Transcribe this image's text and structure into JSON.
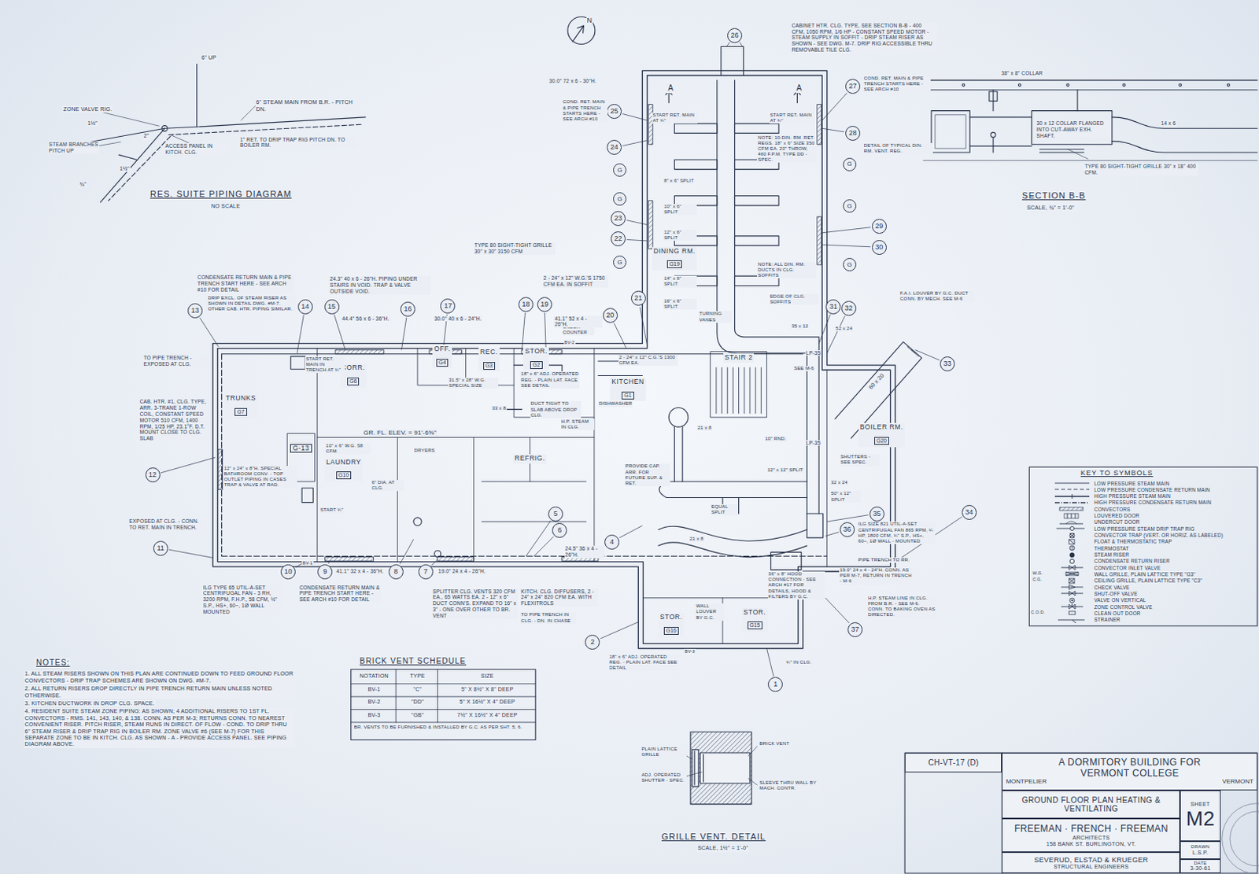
{
  "diagram": {
    "nodes": [
      {
        "text": [
          "TRUNKS",
          "G7"
        ]
      },
      {
        "text": [
          "CORR.",
          "G6"
        ]
      },
      {
        "text": [
          "OFF.",
          "G4"
        ]
      },
      {
        "text": [
          "REC.",
          "G3"
        ]
      },
      {
        "text": [
          "STOR.",
          "G2"
        ]
      },
      {
        "text": [
          "KITCHEN",
          "G1"
        ]
      },
      {
        "text": [
          "G-13"
        ]
      },
      {
        "text": [
          "LAUNDRY",
          "G10"
        ]
      },
      {
        "text": [
          "REFRIG."
        ]
      },
      {
        "text": [
          "DINING RM.",
          "G19"
        ]
      },
      {
        "text": [
          "STAIR 2"
        ]
      },
      {
        "text": [
          "BOILER RM.",
          "G20"
        ]
      },
      {
        "text": [
          "STOR.",
          "G16"
        ]
      },
      {
        "text": [
          "STOR.",
          "G15"
        ]
      },
      {
        "text": [
          "1"
        ]
      },
      {
        "text": [
          "2"
        ]
      },
      {
        "text": [
          "4"
        ]
      },
      {
        "text": [
          "5"
        ]
      },
      {
        "text": [
          "6"
        ]
      },
      {
        "text": [
          "7"
        ]
      },
      {
        "text": [
          "8"
        ]
      },
      {
        "text": [
          "9"
        ]
      },
      {
        "text": [
          "10"
        ]
      },
      {
        "text": [
          "11"
        ]
      },
      {
        "text": [
          "12"
        ]
      },
      {
        "text": [
          "13"
        ]
      },
      {
        "text": [
          "14"
        ]
      },
      {
        "text": [
          "15"
        ]
      },
      {
        "text": [
          "16"
        ]
      },
      {
        "text": [
          "17"
        ]
      },
      {
        "text": [
          "18"
        ]
      },
      {
        "text": [
          "19"
        ]
      },
      {
        "text": [
          "20"
        ]
      },
      {
        "text": [
          "21"
        ]
      },
      {
        "text": [
          "22"
        ]
      },
      {
        "text": [
          "23"
        ]
      },
      {
        "text": [
          "24"
        ]
      },
      {
        "text": [
          "25"
        ]
      },
      {
        "text": [
          "26"
        ]
      },
      {
        "text": [
          "27"
        ]
      },
      {
        "text": [
          "28"
        ]
      },
      {
        "text": [
          "29"
        ]
      },
      {
        "text": [
          "30"
        ]
      },
      {
        "text": [
          "31"
        ]
      },
      {
        "text": [
          "32"
        ]
      },
      {
        "text": [
          "33"
        ]
      },
      {
        "text": [
          "34"
        ]
      },
      {
        "text": [
          "35"
        ]
      },
      {
        "text": [
          "36"
        ]
      },
      {
        "text": [
          "37"
        ]
      },
      {
        "text": [
          "G"
        ]
      },
      {
        "text": [
          "G"
        ]
      },
      {
        "text": [
          "G"
        ]
      },
      {
        "text": [
          "G"
        ]
      },
      {
        "text": [
          "G"
        ]
      },
      {
        "text": [
          "G"
        ]
      },
      {
        "text": [
          "CH-VT-17 (D)"
        ]
      },
      {
        "text": [
          "A DORMITORY BUILDING FOR VERMONT COLLEGE",
          "MONTPELIER",
          "VERMONT"
        ]
      },
      {
        "text": [
          "GROUND FLOOR PLAN HEATING & VENTILATING"
        ]
      },
      {
        "text": [
          "SHEET",
          "M2"
        ]
      },
      {
        "text": [
          "FREEMAN · FRENCH · FREEMAN",
          "ARCHITECTS",
          "158 BANK ST. BURLINGTON, VT."
        ]
      },
      {
        "text": [
          "DRAWN",
          "L.S.P."
        ]
      },
      {
        "text": [
          "SEVERUD, ELSTAD & KRUEGER",
          "STRUCTURAL ENGINEERS"
        ]
      },
      {
        "text": [
          "DATE",
          "3-30-61"
        ]
      }
    ],
    "labels": [
      "6\" UP",
      "ZONE VALVE RIG.",
      "6\" STEAM MAIN FROM B.R. - PITCH DN.",
      "STEAM BRANCHES PITCH UP",
      "1½\"",
      "2\"",
      "ACCESS PANEL IN KITCH. CLG.",
      "1\" RET. TO DRIP TRAP RIG PITCH DN. TO BOILER RM.",
      "1½\"",
      "¾\"",
      "RES. SUITE PIPING DIAGRAM",
      "NO SCALE",
      "38\" x 8\" COLLAR",
      "30 x 12 COLLAR FLANGED INTO CUT-AWAY EXH. SHAFT.",
      "14 x 6",
      "TYPE 80 SIGHT-TIGHT GRILLE 30\" x 18\" 400 CFM.",
      "SECTION B-B",
      "SCALE, ¾\" = 1'-0\"",
      "CABINET HTR. CLG. TYPE, SEE SECTION B-B - 400 CFM, 1050 RPM, 1/6 HP - CONSTANT SPEED MOTOR - STEAM SUPPLY IN SOFFIT - DRIP STEAM RISER AS SHOWN - SEE DWG. M-7. DRIP RIG ACCESSIBLE THRU REMOVABLE TILE CLG.",
      "30.0\" 72 x 6 - 30\"H.",
      "COND. RET. MAIN & PIPE TRENCH STARTS HERE - SEE ARCH #10",
      "START RET. MAIN AT ¾\"",
      "A",
      "A",
      "START RET. MAIN AT ¾\"",
      "COND. RET. MAIN & PIPE TRENCH STARTS HERE - SEE ARCH #10",
      "DETAIL OF TYPICAL DIN. RM. VENT. REG.",
      "NOTE: 10-DIN. RM. RET. REGS. 18\" x 6\" SIZE 350 CFM EA. 20\" THROW, 460 F.P.M. TYPE DD - SPEC.",
      "NOTE: ALL DIN. RM. DUCTS IN CLG. SOFFITS",
      "EDGE OF CLG. SOFFITS",
      "TURNING VANES",
      "8\" x 6\" SPLIT",
      "10\" x 6\" SPLIT",
      "12\" x 6\" SPLIT",
      "14\" x 6\" SPLIT",
      "16\" x 6\" SPLIT",
      "35 x 12",
      "TYPE 80 SIGHT-TIGHT GRILLE 30\" x 30\" 3150 CFM",
      "2 - 24\" x 12\" W.G.'S 1750 CFM EA. IN SOFFIT",
      "UNDER COUNTER",
      "CONDENSATE RETURN MAIN & PIPE TRENCH START HERE - SEE ARCH #10 FOR DETAIL",
      "24.3\" 40 x 6 - 26\"H. PIPING UNDER STAIRS IN VOID. TRAP & VALVE OUTSIDE VOID.",
      "44.4\" 56 x 6 - 36\"H.",
      "30.0\" 40 x 6 - 24\"H.",
      "41.1\" 52 x 4 - 26\"H.",
      "DRIP EXCL. OF STEAM RISER AS SHOWN IN DETAIL DWG. #M-7. OTHER CAB. HTR. PIPING SIMILAR.",
      "START RET. MAIN IN TRENCH AT ¾\"",
      "TO PIPE TRENCH - EXPOSED AT CLG.",
      "CAB. HTR. #1, CLG. TYPE, ARR. 3-TRANE 1-ROW COIL, CONSTANT SPEED MOTOR 510 CFM, 1400 RPM, 1/25 HP, 23.1°F. D.T. MOUNT CLOSE TO CLG. SLAB",
      "EXPOSED AT CLG. - CONN. TO RET. MAIN IN TRENCH.",
      "ILG TYPE 65 UTIL-A-SET CENTRIFUGAL FAN - 3 RH, 3200 RPM, F.H.P., 58 CFM, ½\" S.P., HS+, 60~, 1Ø WALL MOUNTED",
      "CONDENSATE RETURN MAIN & PIPE TRENCH START HERE - SEE ARCH #10 FOR DETAIL",
      "41.1\" 32 x 4 - 36\"H.",
      "19.0\" 24 x 4 - 26\"H.",
      "24.5\" 36 x 4 - 26\"H.",
      "KITCH. CLG. DIFFUSERS, 2 - 24\" x 24\" 820 CFM EA. WITH FLEXITROLS",
      "SPLITTER CLG. VENTS 320 CFM EA., 65 WATTS EA. 2 - 12\" x 6\" DUCT CONN'S. EXPAND TO 16\" x 3\" - ONE OVER OTHER TO BR. VENT",
      "DRYERS",
      "10\" x 6\" W.G. 58 CFM.",
      "12\" x 24\" x 8\"H. SPECIAL BATHROOM CONV. - TOP OUTLET PIPING IN CASES TRAP & VALVE AT RAD.",
      "6\" DIA. AT CLG.",
      "START ¾\"",
      "GR. FL. ELEV. = 91'-6⅝\"",
      "DUCT TIGHT TO SLAB ABOVE DROP CLG.",
      "18\" x 6\" ADJ. OPERATED REG. - PLAIN LAT. FACE SEE DETAIL",
      "33 x 8",
      "31.5\" x 28\" W.G. SPECIAL SIZE",
      "H.P. STEAM IN CLG.",
      "DISHWASHER",
      "2 - 24\" x 12\" C.G.'S 1300 CFM EA.",
      "PROVIDE CAP. ARR. FOR FUTURE SUP. & RET.",
      "SEE M-6",
      "LP-35",
      "LP-35",
      "60 x 20",
      "SHUTTERS - SEE SPEC.",
      "F.A.I. LOUVER BY G.C. DUCT CONN. BY MECH. SEE M-6",
      "52 x 24",
      "ILG SIZE 821 UTIL-A-SET CENTRIFUGAL FAN 865 RPM, ¼ HP, 1800 CFM, ¾\" S.P., HS+, 60~, 1Ø WALL - MOUNTED",
      "PIPE TRENCH TO RR.",
      "19.0\" 24 x 4 - 24\"H. CONN. AS PER M-7, RETURN IN TRENCH - M-6",
      "H.P. STEAM LINE IN CLG. FROM B.R. - SEE M-6. CONN. TO BAKING OVEN AS DIRECTED.",
      "36\" x 8\" HOOD CONNECTION - SEE ARCH #17 FOR DETAILS, HOOD & FILTERS BY G.C.",
      "TO PIPE TRENCH IN CLG. - DN. IN CHASE",
      "WALL LOUVER BY G.C.",
      "18\" x 6\" ADJ. OPERATED REG. - PLAIN LAT. FACE SEE DETAIL",
      "¾\" IN CLG.",
      "BV-1",
      "BV-3",
      "BV-2",
      "21 x 8",
      "10\" RND.",
      "12\" x 12\" SPLIT",
      "EQUAL SPLIT",
      "21 x 8",
      "32 x 24",
      "50\" x 12\" SPLIT",
      "NOTES:",
      "1. ALL STEAM RISERS SHOWN ON THIS PLAN ARE CONTINUED DOWN TO FEED GROUND FLOOR CONVECTORS - DRIP TRAP SCHEMES ARE SHOWN ON DWG. #M-7.",
      "2. ALL RETURN RISERS DROP DIRECTLY IN PIPE TRENCH RETURN MAIN UNLESS NOTED OTHERWISE.",
      "3. KITCHEN DUCTWORK IN DROP CLG. SPACE.",
      "4. RESIDENT SUITE STEAM ZONE PIPING: AS SHOWN; 4 ADDITIONAL RISERS TO 1ST FL. CONVECTORS - RMS. 141, 143, 140, & 138. CONN. AS PER M-3; RETURNS CONN. TO NEAREST CONVENIENT RISER. PITCH RISER, STEAM RUNS IN DIRECT. OF FLOW - COND. TO DRIP THRU 6\" STEAM RISER & DRIP TRAP RIG IN BOILER RM. ZONE VALVE #6 (SEE M-7) FOR THIS SEPARATE ZONE TO BE IN KITCH. CLG. AS SHOWN - A - PROVIDE ACCESS PANEL. SEE PIPING DIAGRAM ABOVE.",
      "BRICK VENT SCHEDULE",
      "NOTATION",
      "TYPE",
      "SIZE",
      "BV-1",
      "\"C\"",
      "5\" X 8½\" X 8\" DEEP",
      "BV-2",
      "\"DD\"",
      "5\" X 16½\" X 4\" DEEP",
      "BV-3",
      "\"GB\"",
      "7½\" X 16½\" X 4\" DEEP",
      "BR. VENTS TO BE FURNISHED & INSTALLED BY G.C. AS PER SHT. 5, 6.",
      "PLAIN LATTICE GRILLE",
      "BRICK VENT",
      "ADJ. OPERATED SHUTTER - SPEC.",
      "SLEEVE THRU WALL BY MACH. CONTR.",
      "GRILLE VENT. DETAIL",
      "SCALE, 1½\" = 1'-0\"",
      "N",
      "KEY TO SYMBOLS",
      "W.G.",
      "C.G.",
      "C.O.D."
    ],
    "legend": [
      {
        "text": "LOW PRESSURE STEAM MAIN"
      },
      {
        "text": "LOW PRESSURE CONDENSATE RETURN MAIN"
      },
      {
        "text": "HIGH PRESSURE STEAM MAIN"
      },
      {
        "text": "HIGH PRESSURE CONDENSATE RETURN MAIN"
      },
      {
        "text": "CONVECTORS"
      },
      {
        "text": "LOUVERED DOOR"
      },
      {
        "text": "UNDERCUT DOOR"
      },
      {
        "text": "LOW PRESSURE STEAM DRIP TRAP RIG"
      },
      {
        "text": "CONVECTOR TRAP (VERT. OR HORIZ. AS LABELED)"
      },
      {
        "text": "FLOAT & THERMOSTATIC TRAP"
      },
      {
        "text": "THERMOSTAT"
      },
      {
        "text": "STEAM RISER"
      },
      {
        "text": "CONDENSATE RETURN RISER"
      },
      {
        "text": "CONVECTOR INLET VALVE"
      },
      {
        "text": "WALL GRILLE, PLAIN LATTICE TYPE \"G3\""
      },
      {
        "text": "CEILING GRILLE, PLAIN LATTICE TYPE \"C3\""
      },
      {
        "text": "CHECK VALVE"
      },
      {
        "text": "SHUT-OFF VALVE"
      },
      {
        "text": "VALVE ON VERTICAL"
      },
      {
        "text": "ZONE CONTROL VALVE"
      },
      {
        "text": "CLEAN OUT DOOR"
      },
      {
        "text": "STRAINER"
      }
    ]
  }
}
